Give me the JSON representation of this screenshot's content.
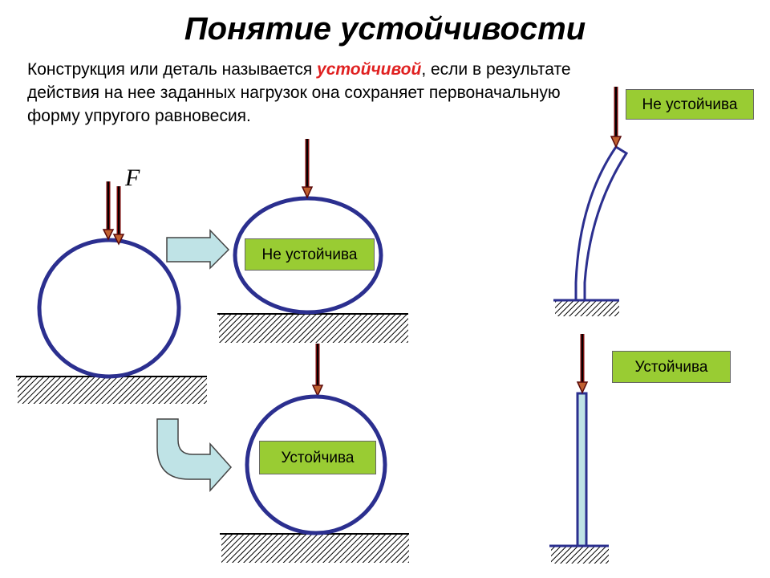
{
  "title": "Понятие устойчивости",
  "definition": {
    "before": "Конструкция или деталь называется ",
    "highlight": "устойчивой",
    "after": ", если в результате действия на нее заданных нагрузок она сохраняет первоначальную форму упругого равновесия."
  },
  "force_label": "F",
  "labels": {
    "ring_unstable": "Не устойчива",
    "ring_stable": "Устойчива",
    "column_unstable": "Не устойчива",
    "column_stable": "Устойчива"
  },
  "colors": {
    "outline": "#2b2f8f",
    "tag_fill": "#99cc33",
    "arrow_fill": "#bfe3e6",
    "force": "#4a0a0a",
    "highlight": "#e02020"
  }
}
